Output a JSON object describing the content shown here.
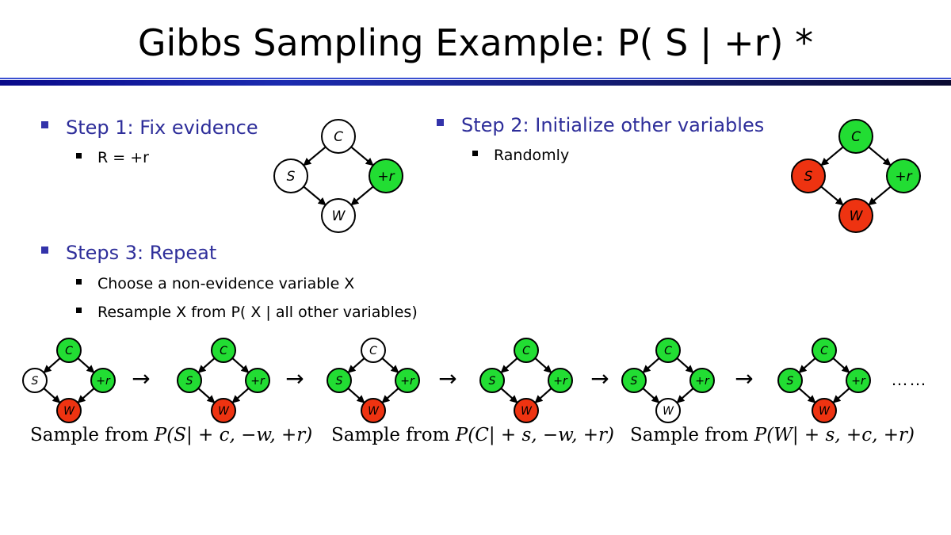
{
  "title": "Gibbs Sampling Example: P( S | +r) *",
  "step1": {
    "heading": "Step 1: Fix evidence",
    "sub": "R = +r"
  },
  "step2": {
    "heading": "Step 2: Initialize other variables",
    "sub": "Randomly"
  },
  "step3": {
    "heading": "Steps 3: Repeat",
    "subs": [
      "Choose a non-evidence variable X",
      "Resample X from P( X | all other variables)"
    ]
  },
  "node_labels": {
    "c": "C",
    "s": "S",
    "r": "+r",
    "w": "W"
  },
  "colors": {
    "white": "#ffffff",
    "green": "#22dd33",
    "red": "#ee3311"
  },
  "network_states": {
    "step1": {
      "c": "white",
      "s": "white",
      "r": "green",
      "w": "white"
    },
    "step2": {
      "c": "green",
      "s": "red",
      "r": "green",
      "w": "red"
    },
    "sequence": [
      {
        "c": "green",
        "s": "white",
        "r": "green",
        "w": "red"
      },
      {
        "c": "green",
        "s": "green",
        "r": "green",
        "w": "red"
      },
      {
        "c": "white",
        "s": "green",
        "r": "green",
        "w": "red"
      },
      {
        "c": "green",
        "s": "green",
        "r": "green",
        "w": "red"
      },
      {
        "c": "green",
        "s": "green",
        "r": "green",
        "w": "white"
      },
      {
        "c": "green",
        "s": "green",
        "r": "green",
        "w": "red"
      }
    ]
  },
  "arrow_glyph": "→",
  "ellipsis": "……",
  "sample_labels": [
    {
      "prefix": "Sample from",
      "math": "P(S| + c, −w, +r)"
    },
    {
      "prefix": "Sample from",
      "math": "P(C| + s, −w, +r)"
    },
    {
      "prefix": "Sample from",
      "math": "P(W| + s, +c, +r)"
    }
  ]
}
